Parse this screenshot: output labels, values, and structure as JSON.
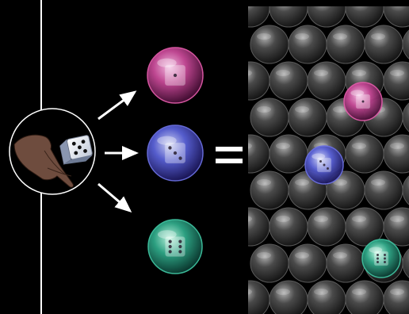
{
  "colors": {
    "background": "#000000",
    "line": "#ffffff",
    "pink_bubble": "#e05aa8",
    "blue_bubble": "#6a6fe0",
    "green_bubble": "#3fc2a0",
    "gray_bubble": "#8a8a8a"
  },
  "icons": {
    "hand": "hand-icon",
    "die": "die-icon",
    "arrow": "arrow-icon",
    "equals": "equals-icon",
    "bubble": "bubble-icon"
  },
  "outcomes": [
    {
      "name": "pink",
      "die_face": 1
    },
    {
      "name": "blue",
      "die_face": 3
    },
    {
      "name": "green",
      "die_face": 6
    }
  ],
  "thrown_die_face": 5
}
